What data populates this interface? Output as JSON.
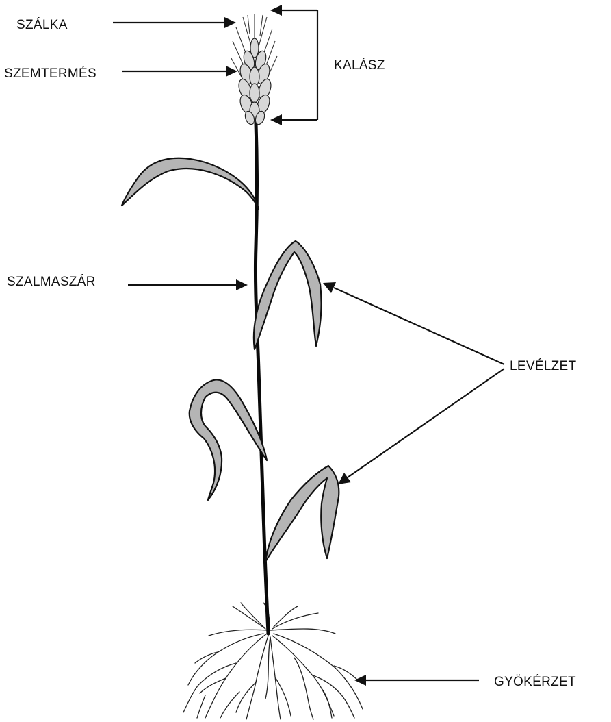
{
  "labels": {
    "awn": "SZÁLKA",
    "grain": "SZEMTERMÉS",
    "ear": "KALÁSZ",
    "stem": "SZALMASZÁR",
    "leaves": "LEVÉLZET",
    "roots": "GYÖKÉRZET"
  },
  "colors": {
    "leaf_fill": "#b5b5b5",
    "line": "#111111",
    "background": "#ffffff"
  }
}
